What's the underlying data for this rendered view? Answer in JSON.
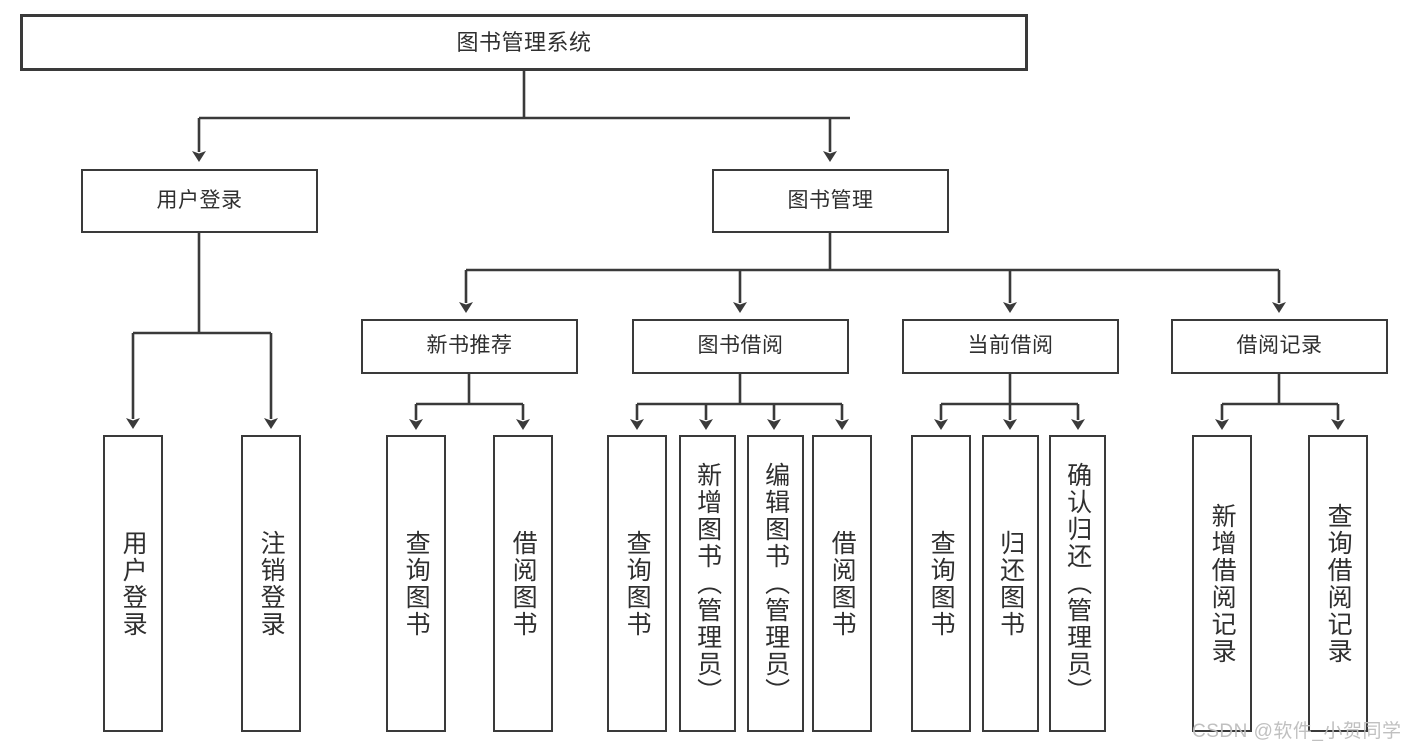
{
  "diagram": {
    "type": "tree-hierarchy",
    "title": "图书管理系统",
    "root": {
      "label": "图书管理系统"
    },
    "level2": [
      {
        "id": "user-login",
        "label": "用户登录"
      },
      {
        "id": "book-manage",
        "label": "图书管理"
      }
    ],
    "level3": [
      {
        "id": "new-book-recommend",
        "label": "新书推荐"
      },
      {
        "id": "book-borrow",
        "label": "图书借阅"
      },
      {
        "id": "current-borrow",
        "label": "当前借阅"
      },
      {
        "id": "borrow-record",
        "label": "借阅记录"
      }
    ],
    "leaves": [
      {
        "id": "leaf-user-login",
        "parent": "user-login",
        "label": "用户登录"
      },
      {
        "id": "leaf-logout",
        "parent": "user-login",
        "label": "注销登录"
      },
      {
        "id": "leaf-query-book-1",
        "parent": "new-book-recommend",
        "label": "查询图书"
      },
      {
        "id": "leaf-borrow-book-1",
        "parent": "new-book-recommend",
        "label": "借阅图书"
      },
      {
        "id": "leaf-query-book-2",
        "parent": "book-borrow",
        "label": "查询图书"
      },
      {
        "id": "leaf-add-book",
        "parent": "book-borrow",
        "label": "新增图书（管理员）"
      },
      {
        "id": "leaf-edit-book",
        "parent": "book-borrow",
        "label": "编辑图书（管理员）"
      },
      {
        "id": "leaf-borrow-book-2",
        "parent": "book-borrow",
        "label": "借阅图书"
      },
      {
        "id": "leaf-query-book-3",
        "parent": "current-borrow",
        "label": "查询图书"
      },
      {
        "id": "leaf-return-book",
        "parent": "current-borrow",
        "label": "归还图书"
      },
      {
        "id": "leaf-confirm-return",
        "parent": "current-borrow",
        "label": "确认归还（管理员）"
      },
      {
        "id": "leaf-add-record",
        "parent": "borrow-record",
        "label": "新增借阅记录"
      },
      {
        "id": "leaf-query-record",
        "parent": "borrow-record",
        "label": "查询借阅记录"
      }
    ]
  },
  "watermark": {
    "text": "CSDN @软件_小贺同学"
  },
  "colors": {
    "stroke": "#3a3a3a",
    "text": "#2f2f2f",
    "background": "#ffffff",
    "watermark": "#bdbdbd"
  }
}
